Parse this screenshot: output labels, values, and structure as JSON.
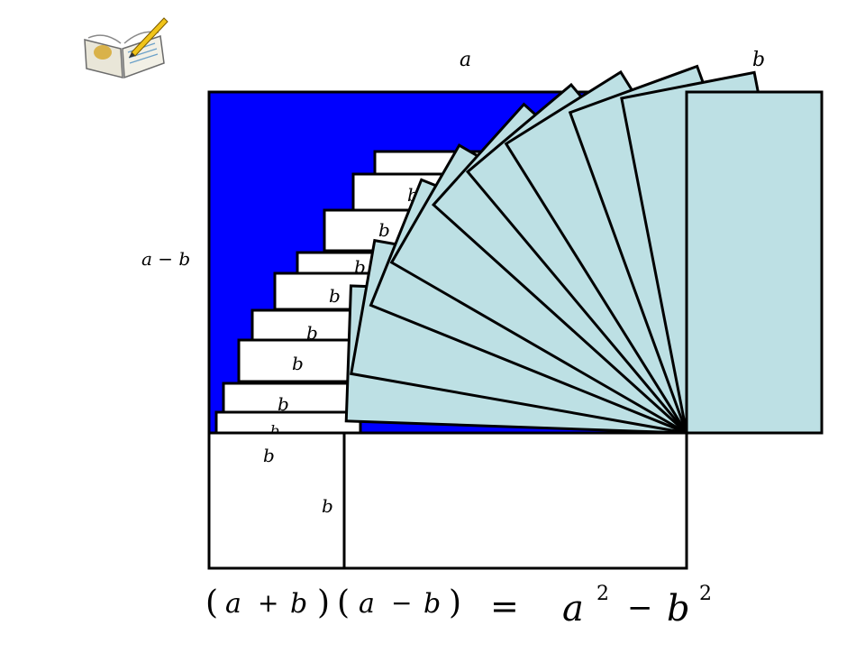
{
  "diagram": {
    "labels": {
      "top_a": "a",
      "top_b": "b",
      "side_a_minus_b": "a − b",
      "strip_b": "b",
      "bottom_b1": "b",
      "bottom_b2": "b"
    },
    "formula": {
      "lparen1": "(",
      "a1": "a",
      "plus": "+",
      "b1": "b",
      "rparen1": ")",
      "lparen2": "(",
      "a2": "a",
      "minus1": "−",
      "b2": "b",
      "rparen2": ")",
      "equals": "=",
      "a3": "a",
      "exp1": "2",
      "minus2": "−",
      "b3": "b",
      "exp2": "2"
    },
    "colors": {
      "blue_region": "#0000ff",
      "light_panel": "#bde0e4",
      "outline": "#000000",
      "white": "#ffffff"
    },
    "icon": "open-book-with-pencil-icon"
  }
}
